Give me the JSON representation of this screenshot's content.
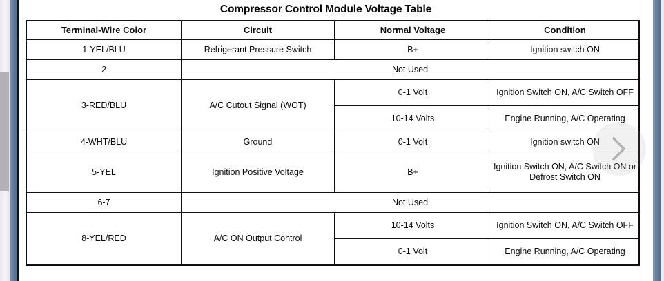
{
  "document": {
    "title": "Compressor Control Module Voltage Table"
  },
  "viewer": {
    "next_button_icon": "chevron-right-icon",
    "scrollbar_present": true
  },
  "table": {
    "headers": [
      "Terminal-Wire Color",
      "Circuit",
      "Normal Voltage",
      "Condition"
    ],
    "rows": [
      {
        "type": "single",
        "terminal": "1-YEL/BLU",
        "circuit": "Refrigerant Pressure Switch",
        "voltage": "B+",
        "condition": "Ignition switch ON"
      },
      {
        "type": "merged",
        "terminal": "2",
        "merged_text": "Not Used"
      },
      {
        "type": "split",
        "terminal": "3-RED/BLU",
        "circuit": "A/C Cutout Signal (WOT)",
        "sub": [
          {
            "voltage": "0-1 Volt",
            "condition": "Ignition Switch ON, A/C Switch OFF"
          },
          {
            "voltage": "10-14 Volts",
            "condition": "Engine Running, A/C Operating"
          }
        ]
      },
      {
        "type": "single",
        "terminal": "4-WHT/BLU",
        "circuit": "Ground",
        "voltage": "0-1 Volt",
        "condition": "Ignition switch ON"
      },
      {
        "type": "tall",
        "terminal": "5-YEL",
        "circuit": "Ignition Positive Voltage",
        "voltage": "B+",
        "condition": "Ignition Switch ON, A/C Switch ON or Defrost Switch ON"
      },
      {
        "type": "merged",
        "terminal": "6-7",
        "merged_text": "Not Used"
      },
      {
        "type": "split",
        "terminal": "8-YEL/RED",
        "circuit": "A/C ON Output Control",
        "sub": [
          {
            "voltage": "10-14 Volts",
            "condition": "Ignition Switch ON, A/C Switch OFF"
          },
          {
            "voltage": "0-1 Volt",
            "condition": "Engine Running, A/C Operating"
          }
        ]
      }
    ]
  },
  "colors": {
    "rail": "#5f7b9e",
    "page": "#ffffff",
    "ink": "#0b0b0b",
    "scroll_thumb": "#b2b2b2"
  }
}
